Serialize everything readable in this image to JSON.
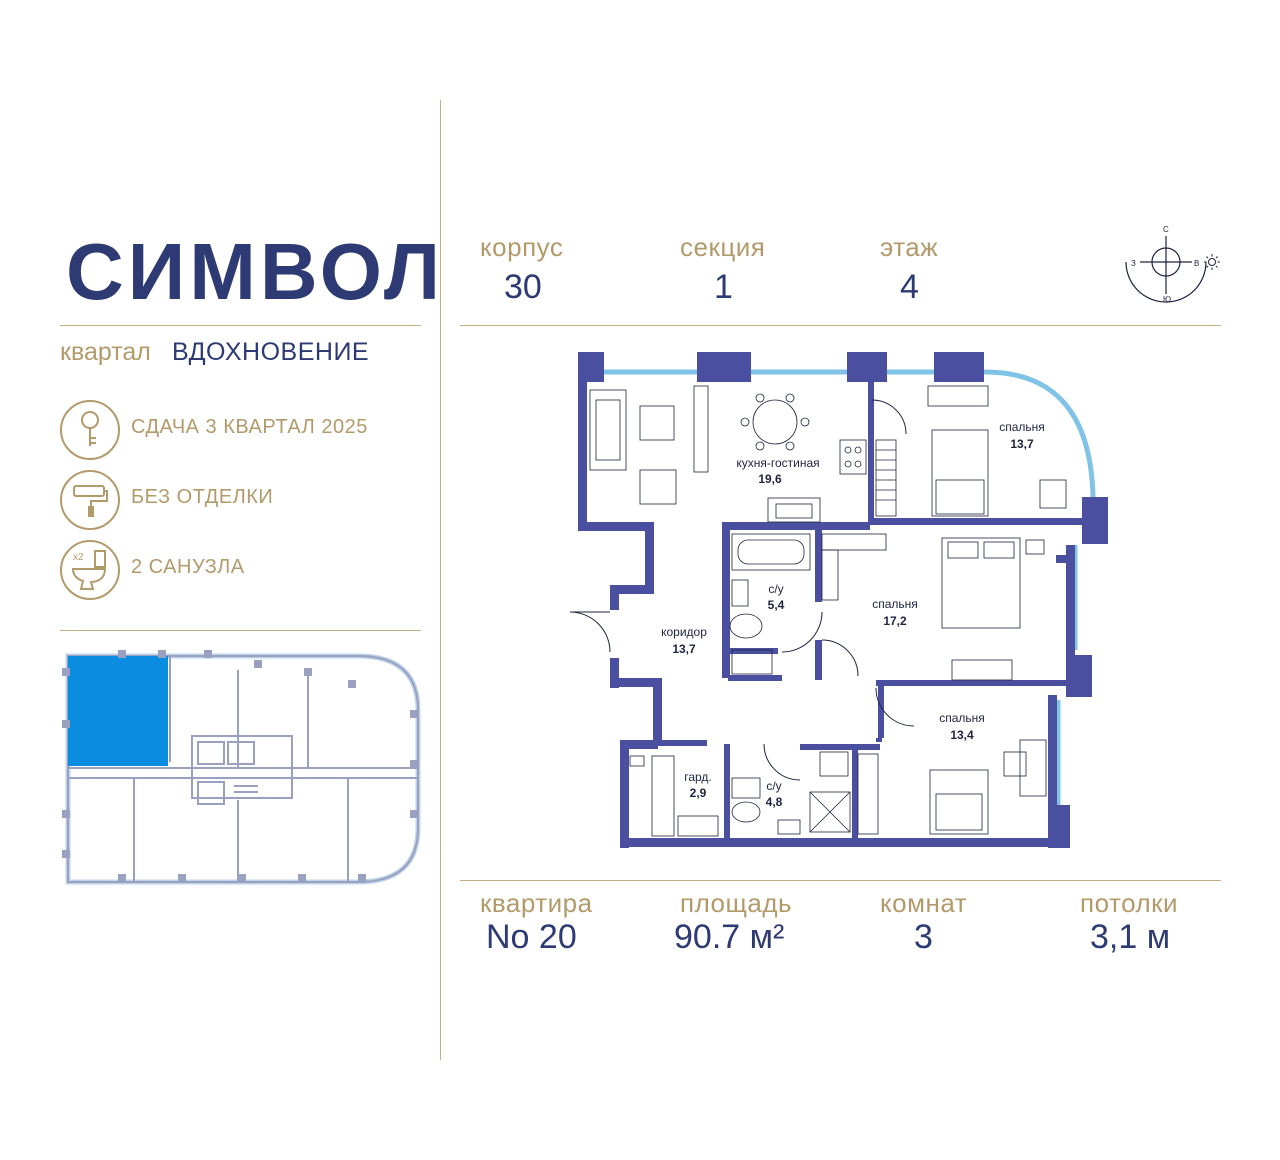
{
  "brand": {
    "name": "СИМВОЛ"
  },
  "district": {
    "label": "квартал",
    "name": "ВДОХНОВЕНИЕ"
  },
  "features": [
    {
      "icon": "key-icon",
      "text": "СДАЧА 3 КВАРТАЛ 2025"
    },
    {
      "icon": "paint-roller-icon",
      "text": "БЕЗ ОТДЕЛКИ"
    },
    {
      "icon": "toilet-x2-icon",
      "text": "2 САНУЗЛА",
      "badge": "x2"
    }
  ],
  "building": {
    "korpus_label": "корпус",
    "korpus": "30",
    "section_label": "секция",
    "section": "1",
    "floor_label": "этаж",
    "floor": "4"
  },
  "compass": {
    "north": "С",
    "south": "Ю",
    "west": "З",
    "east": "В"
  },
  "apartment": {
    "number_label": "квартира",
    "number": "No 20",
    "area_label": "площадь",
    "area": "90.7 м²",
    "rooms_label": "комнат",
    "rooms": "3",
    "ceiling_label": "потолки",
    "ceiling": "3,1 м"
  },
  "rooms": [
    {
      "name": "кухня-гостиная",
      "area": "19,6"
    },
    {
      "name": "спальня",
      "area": "13,7"
    },
    {
      "name": "с/у",
      "area": "5,4"
    },
    {
      "name": "спальня",
      "area": "17,2"
    },
    {
      "name": "коридор",
      "area": "13,7"
    },
    {
      "name": "спальня",
      "area": "13,4"
    },
    {
      "name": "гард.",
      "area": "2,9"
    },
    {
      "name": "с/у",
      "area": "4,8"
    }
  ],
  "colors": {
    "navy": "#2d3a73",
    "gold": "#b39a6b",
    "wall": "#4a4fa0",
    "highlight": "#0a8ce0"
  }
}
